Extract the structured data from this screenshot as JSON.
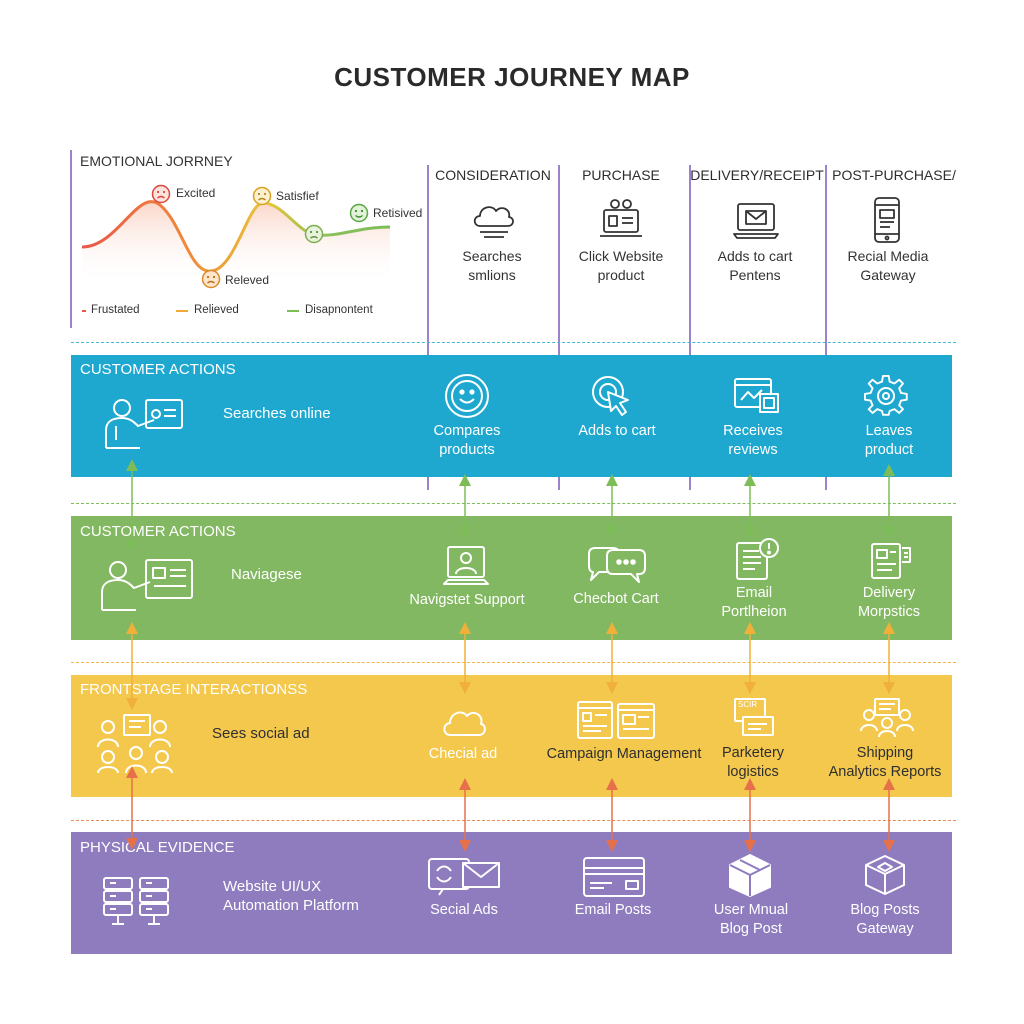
{
  "title": "CUSTOMER JOURNEY MAP",
  "emotional_journey": {
    "title": "EMOTIONAL JORRNEY",
    "points": [
      {
        "label": "Excited",
        "face": "sad-face-icon"
      },
      {
        "label": "Satisfief",
        "face": "sad-face-icon"
      },
      {
        "label": "Retisived",
        "face": "smile-face-icon"
      },
      {
        "label": "Releved",
        "face": "sad-face-icon"
      }
    ],
    "legend": [
      {
        "label": "Frustated",
        "color": "#e8574a"
      },
      {
        "label": "Relieved",
        "color": "#f0a83a"
      },
      {
        "label": "Disapnontent",
        "color": "#7cbd58"
      }
    ]
  },
  "stages": [
    {
      "name": "CONSIDERATION",
      "icon": "cloud-icon",
      "desc": [
        "Searches",
        "smlions"
      ]
    },
    {
      "name": "PURCHASE",
      "icon": "computer-people-icon",
      "desc": [
        "Click Website",
        "product"
      ]
    },
    {
      "name": "DELIVERY/RECEIPT",
      "icon": "laptop-mail-icon",
      "desc": [
        "Adds to cart",
        "Pentens"
      ]
    },
    {
      "name": "POST-PURCHASE/",
      "icon": "phone-icon",
      "desc": [
        "Recial Media",
        "Gateway"
      ]
    }
  ],
  "bands": [
    {
      "label": "CUSTOMER ACTIONS",
      "color": "#1ea8cf",
      "lead": "Searches online",
      "lead_icon": "presenter-icon",
      "cells": [
        {
          "text": [
            "Compares",
            "products"
          ],
          "icon": "smile-icon"
        },
        {
          "text": [
            "Adds to cart"
          ],
          "icon": "cursor-click-icon"
        },
        {
          "text": [
            "Receives",
            "reviews"
          ],
          "icon": "screens-icon"
        },
        {
          "text": [
            "Leaves",
            "product"
          ],
          "icon": "gear-icon"
        }
      ]
    },
    {
      "label": "CUSTOMER ACTIONS",
      "color": "#82b862",
      "lead": "Naviagese",
      "lead_icon": "presenter-icon",
      "cells": [
        {
          "text": [
            "Navigstet Support"
          ],
          "icon": "video-agent-icon"
        },
        {
          "text": [
            "Checbot Cart"
          ],
          "icon": "chat-bubbles-icon"
        },
        {
          "text": [
            "Email",
            "Portlheion"
          ],
          "icon": "document-alert-icon"
        },
        {
          "text": [
            "Delivery",
            "Morpstics"
          ],
          "icon": "documents-icon"
        }
      ]
    },
    {
      "label": "FRONTSTAGE INTERACTIONSS",
      "color": "#f3c84d",
      "lead": "Sees social ad",
      "lead_icon": "team-icon",
      "cells": [
        {
          "text": [
            "Checial ad"
          ],
          "icon": "cloud-icon"
        },
        {
          "text": [
            "Campaign Management"
          ],
          "icon": "dashboards-icon"
        },
        {
          "text": [
            "Parketery",
            "logistics"
          ],
          "icon": "label-icon",
          "icon_text": "SCIR"
        },
        {
          "text": [
            "Shipping",
            "Analytics Reports"
          ],
          "icon": "team-board-icon"
        }
      ]
    },
    {
      "label": "PHYSICAL EVIDENCE",
      "color": "#8e7cbf",
      "lead": [
        "Website UI/UX",
        "Automation Platform"
      ],
      "lead_icon": "servers-icon",
      "cells": [
        {
          "text": [
            "Secial Ads"
          ],
          "icon": "mail-chat-icon"
        },
        {
          "text": [
            "Email Posts"
          ],
          "icon": "credit-card-icon"
        },
        {
          "text": [
            "User Mnual",
            "Blog Post"
          ],
          "icon": "box-icon"
        },
        {
          "text": [
            "Blog Posts",
            "Gateway"
          ],
          "icon": "box-outline-icon"
        }
      ]
    }
  ]
}
